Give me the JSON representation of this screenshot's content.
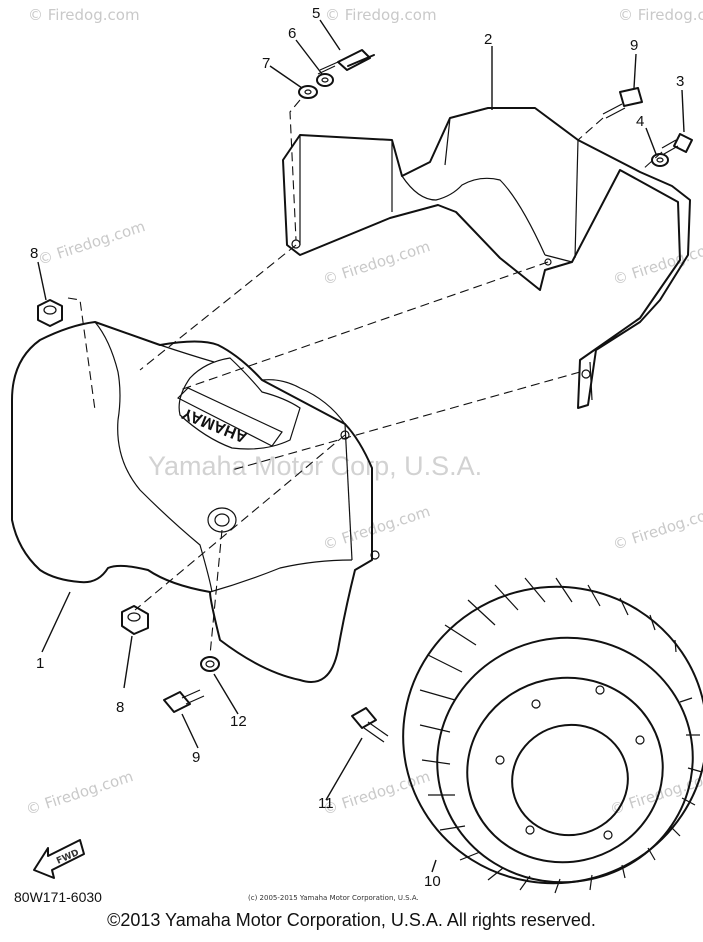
{
  "watermark": {
    "site": "© Firedog.com",
    "holder": "Yamaha Motor Corp, U.S.A."
  },
  "callouts": {
    "c1": "1",
    "c2": "2",
    "c3": "3",
    "c4": "4",
    "c5": "5",
    "c6": "6",
    "c7": "7",
    "c8_top": "8",
    "c8_bottom": "8",
    "c9_top": "9",
    "c9_bottom": "9",
    "c10": "10",
    "c11": "11",
    "c12": "12"
  },
  "cover_brand": "YAMAHA",
  "fwd_label": "FWD",
  "diagram_code": "80W171-6030",
  "small_notice": "(c) 2005-2015 Yamaha Motor Corporation, U.S.A.",
  "footer": "©2013 Yamaha Motor Corporation, U.S.A. All rights reserved."
}
